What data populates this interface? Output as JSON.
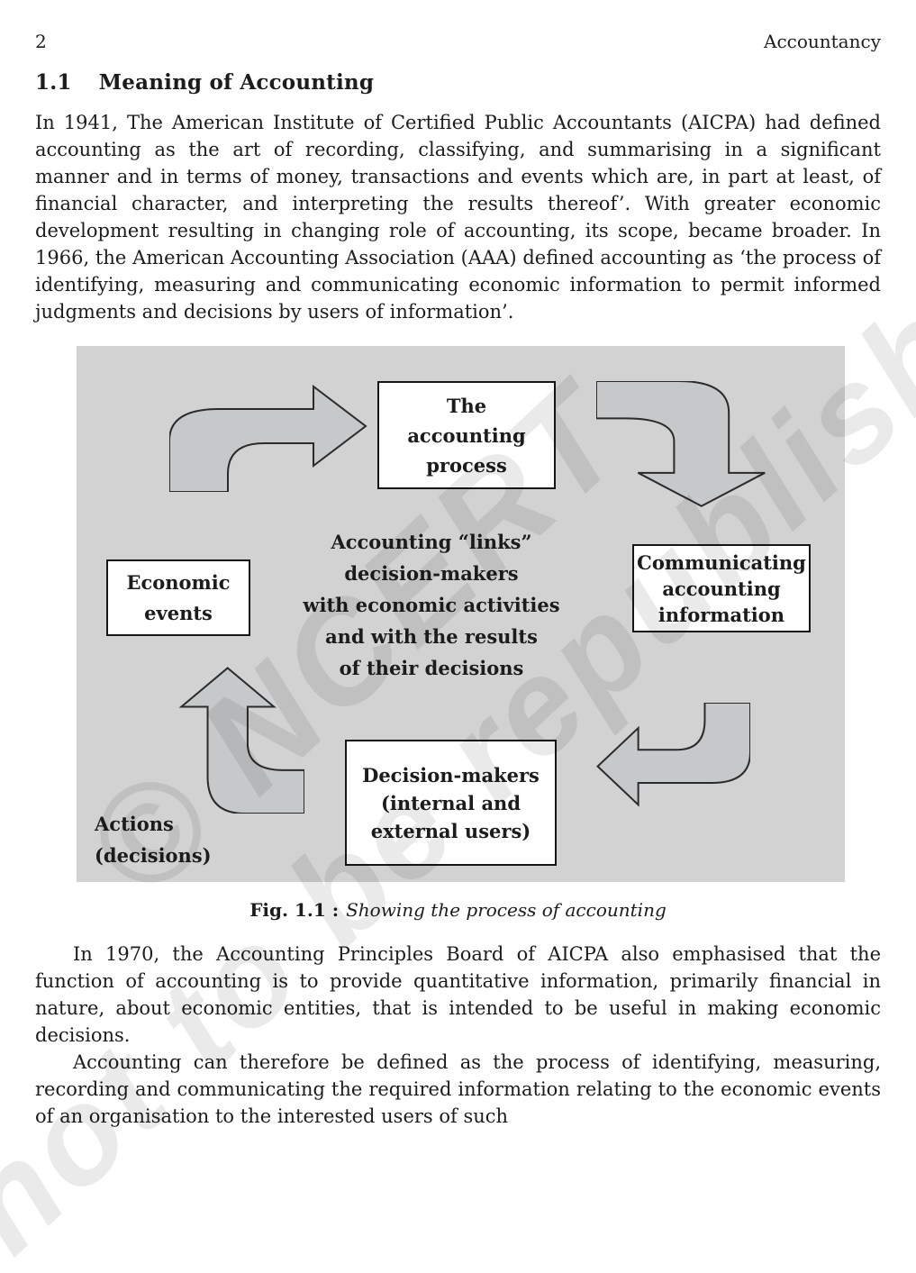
{
  "header": {
    "page_number": "2",
    "book_title": "Accountancy"
  },
  "section": {
    "number": "1.1",
    "title": "Meaning of Accounting"
  },
  "paragraphs": {
    "p1": "In 1941, The American Institute of Certified Public Accountants (AICPA) had defined accounting as the art of recording, classifying, and summarising in a significant manner and in terms of money, transactions and events which are, in part at least, of financial character, and interpreting the results thereof’. With greater economic development resulting in changing role of accounting, its scope, became broader. In 1966, the American Accounting Association (AAA) defined accounting as ‘the process of identifying, measuring and communicating economic information to permit informed judgments and decisions by users of information’.",
    "p2": "In 1970, the Accounting Principles Board of AICPA also emphasised that the function of accounting is to provide quantitative information, primarily financial in nature, about economic entities, that is intended to be useful in making economic decisions.",
    "p3": "Accounting can therefore be defined as the process of identifying, measuring, recording and communicating the required information relating to the economic events of an organisation to the interested users of such"
  },
  "figure": {
    "process_box": [
      "The",
      "accounting",
      "process"
    ],
    "communicating_box": [
      "Communicating",
      "accounting",
      "information"
    ],
    "economic_box": [
      "Economic",
      "events"
    ],
    "decision_box": [
      "Decision-makers",
      "(internal and",
      "external users)"
    ],
    "center_text": [
      "Accounting “links”",
      "decision-makers",
      "with economic activities",
      "and with the results",
      "of their decisions"
    ],
    "actions_label": [
      "Actions",
      "(decisions)"
    ],
    "icons": {
      "arrow_top_left": "bent-arrow-right",
      "arrow_top_right": "bent-arrow-down",
      "arrow_bottom_right": "bent-arrow-left",
      "arrow_bottom_left": "bent-arrow-up"
    },
    "colors": {
      "figure_bg": "#d2d2d2",
      "arrow_fill": "#c7c8ca",
      "arrow_stroke": "#2b2b2b",
      "box_bg": "#ffffff",
      "box_border": "#161616"
    }
  },
  "caption": {
    "label": "Fig. 1.1 :",
    "text": "Showing the process of accounting"
  },
  "watermark": {
    "line1": "© NCERT",
    "line2": "not to be republished"
  }
}
